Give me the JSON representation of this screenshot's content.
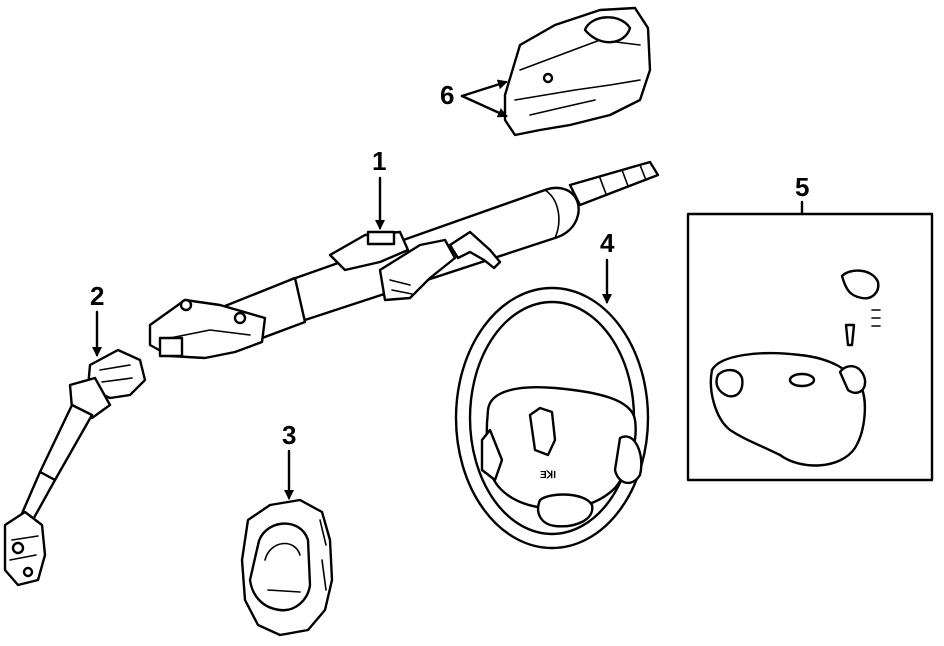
{
  "callouts": [
    {
      "id": "steering-column",
      "label": "1"
    },
    {
      "id": "intermediate-shaft",
      "label": "2"
    },
    {
      "id": "clock-spring",
      "label": "3"
    },
    {
      "id": "steering-wheel",
      "label": "4"
    },
    {
      "id": "airbag-module",
      "label": "5"
    },
    {
      "id": "column-cover",
      "label": "6"
    }
  ],
  "colors": {
    "ink": "#000000",
    "paper": "#ffffff"
  }
}
